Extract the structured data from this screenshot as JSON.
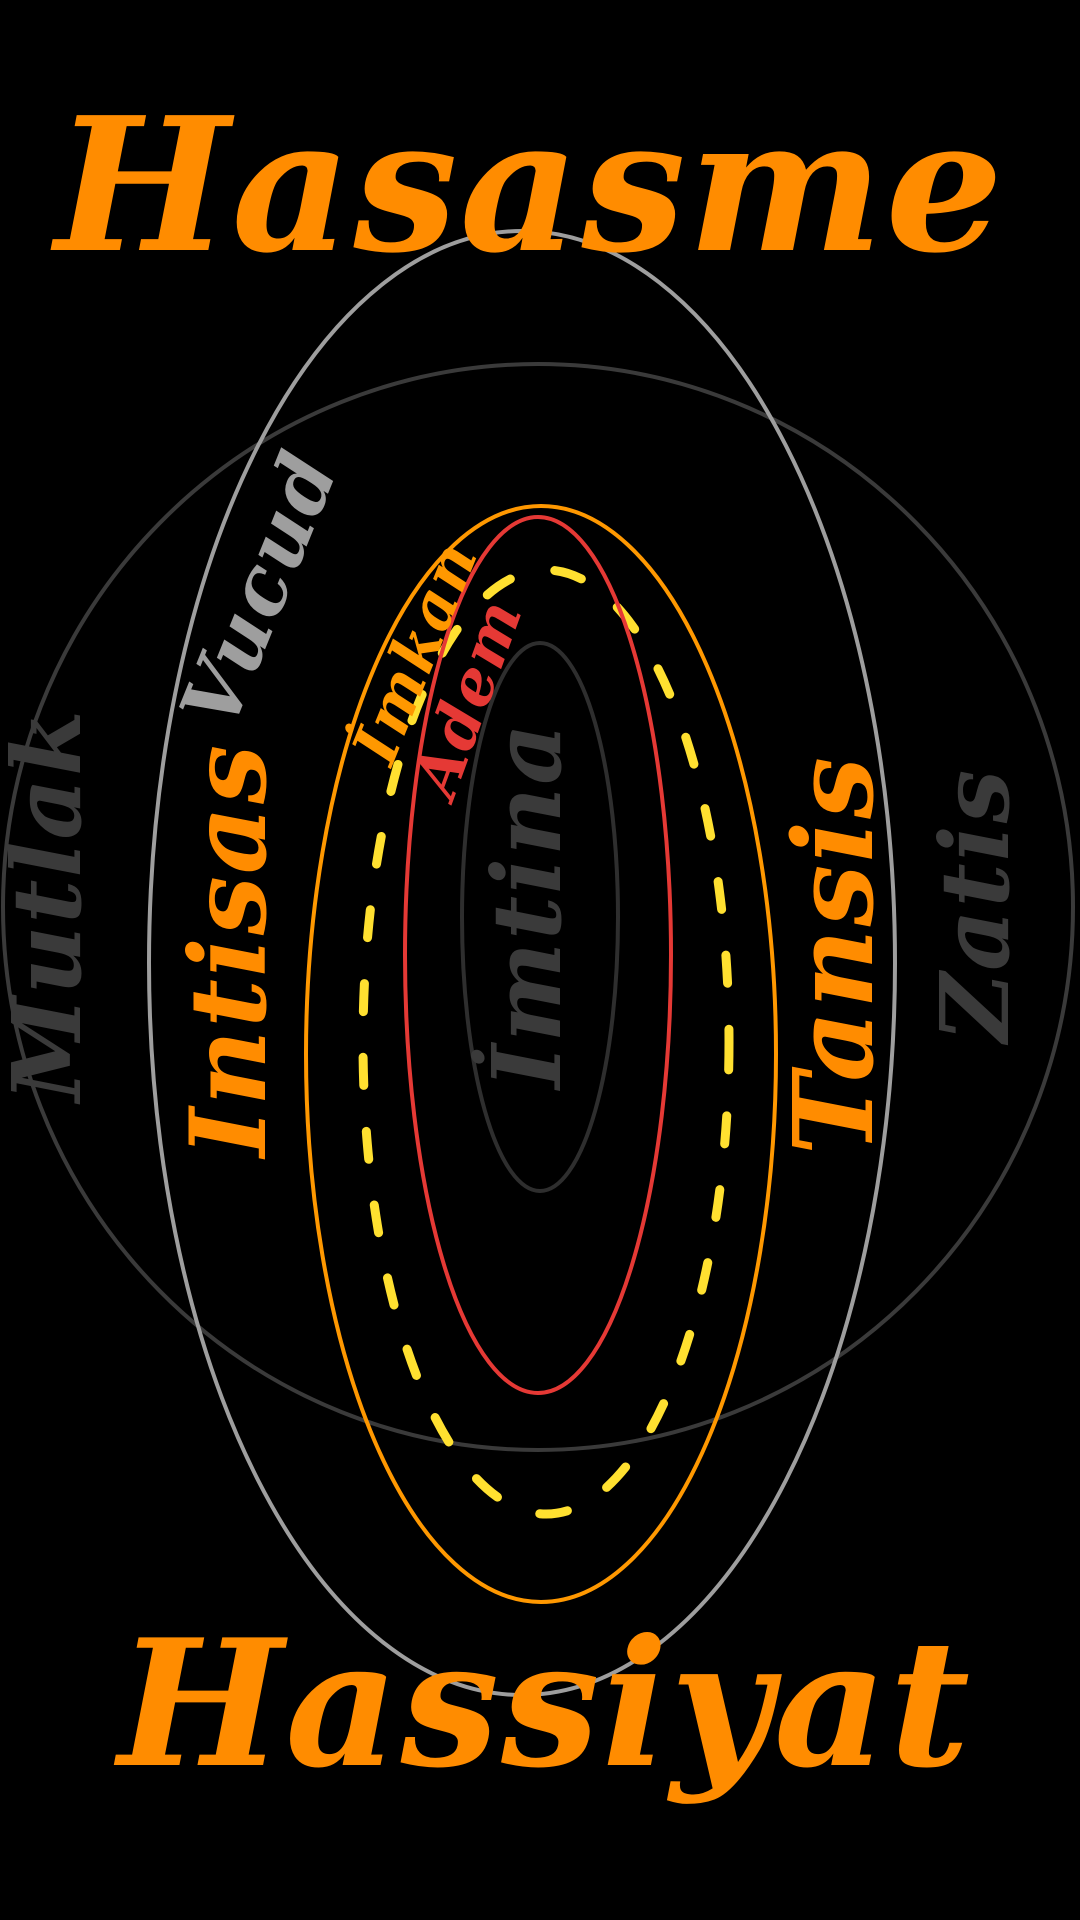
{
  "colors": {
    "background": "#000000",
    "orange": "#ff8c00",
    "light_gray": "#9e9e9e",
    "dark_gray": "#3a3a3a",
    "mid_gray": "#4a4a4a",
    "yellow": "#ffe030",
    "red": "#e53935",
    "deep_orange": "#ff9800"
  },
  "title_top": "Hasasme",
  "title_bottom": "Hassiyat",
  "labels": {
    "left_outer": "Mutlak",
    "right_outer": "Zatis",
    "light_gray": "Vucud",
    "orange_left": "Intisas",
    "orange_right": "Tansis",
    "deep_orange": "İmkan",
    "red": "Adem",
    "inner": "İmtina"
  }
}
